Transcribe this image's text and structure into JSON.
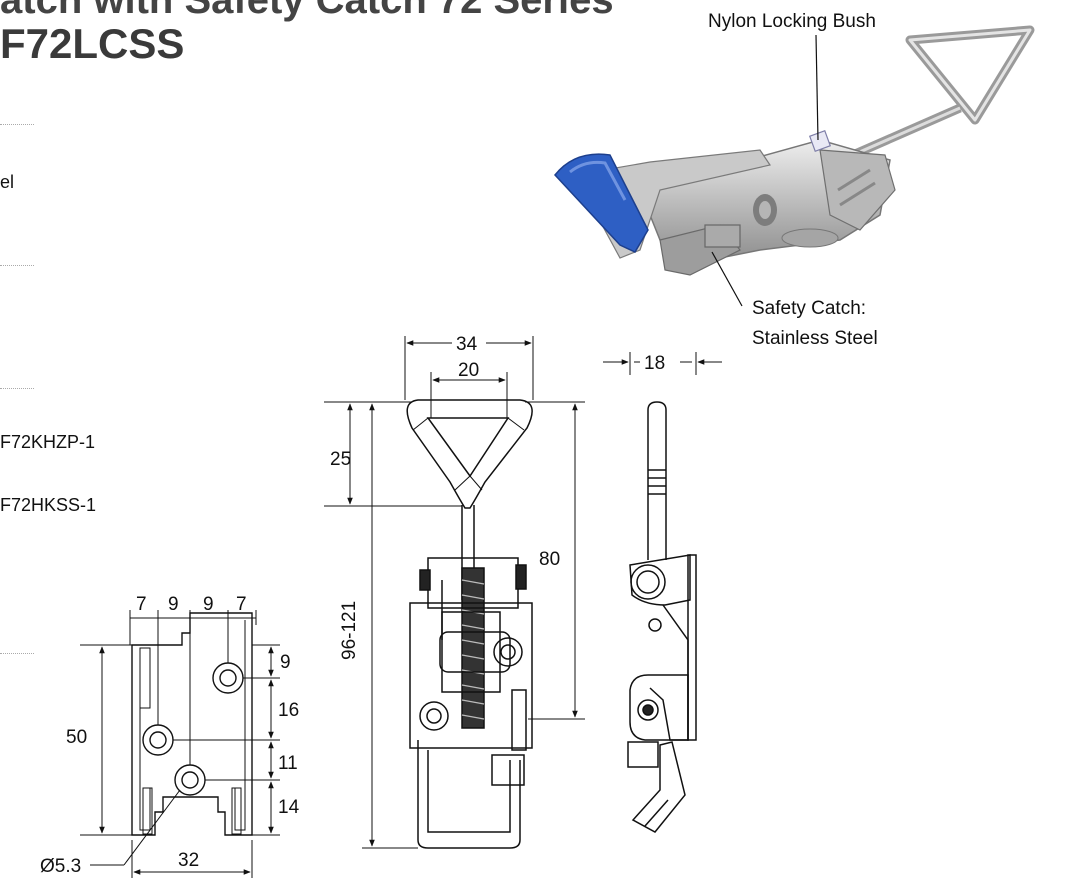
{
  "header": {
    "title_line1": "atch with Safety Catch 72 Series",
    "title_line2": "F72LCSS"
  },
  "left_column": {
    "material_fragment": "el",
    "related_part_1": "F72KHZP-1",
    "related_part_2": "F72HKSS-1"
  },
  "callouts": {
    "nylon_bush": "Nylon Locking Bush",
    "safety_catch_line1": "Safety Catch:",
    "safety_catch_line2": "Stainless Steel"
  },
  "dimensions": {
    "base": {
      "top_7a": "7",
      "top_9a": "9",
      "top_9b": "9",
      "top_7b": "7",
      "height_50": "50",
      "right_9": "9",
      "right_16": "16",
      "right_11": "11",
      "right_14": "14",
      "hole": "Ø5.3",
      "width_32": "32"
    },
    "front": {
      "width_34": "34",
      "width_20": "20",
      "handle_25": "25",
      "length_80": "80",
      "length_total": "96-121"
    },
    "side": {
      "width_18": "18"
    }
  },
  "colors": {
    "line": "#111111",
    "title": "#444444",
    "blue_grip": "#2e5fc4",
    "steel": "#c8c8c8"
  }
}
